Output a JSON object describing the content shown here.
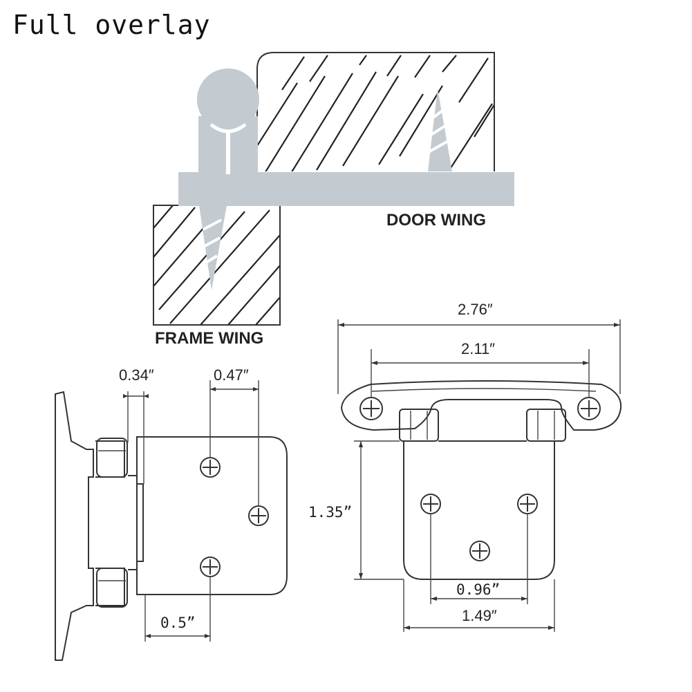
{
  "title": "Full overlay",
  "labels": {
    "door_wing": "DOOR WING",
    "frame_wing": "FRAME WING"
  },
  "dimensions": {
    "side_top_left": "0.34″",
    "side_top_right": "0.47″",
    "side_bottom": "0.5”",
    "front_total_width": "2.76″",
    "front_hole_spacing": "2.11″",
    "front_height": "1.35”",
    "front_inner_spacing": "0.96”",
    "front_plate_width": "1.49″"
  },
  "colors": {
    "line": "#333333",
    "plate_gray": "#c3cad0",
    "background": "#ffffff"
  }
}
